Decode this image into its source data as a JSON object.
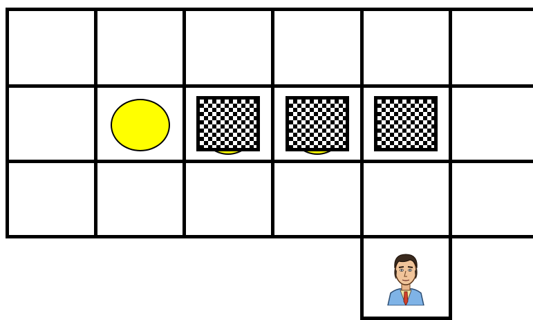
{
  "colors": {
    "grid_line": "#000000",
    "floor": "#ffffff",
    "coin_fill": "#ffff00",
    "coin_outline": "#000000",
    "grate_dark": "#000000",
    "grate_light": "#ffffff"
  },
  "board": {
    "rows": 4,
    "columns": 6,
    "floor_cells": [
      [
        0,
        0
      ],
      [
        0,
        1
      ],
      [
        0,
        2
      ],
      [
        0,
        3
      ],
      [
        0,
        4
      ],
      [
        0,
        5
      ],
      [
        1,
        0
      ],
      [
        1,
        1
      ],
      [
        1,
        2
      ],
      [
        1,
        3
      ],
      [
        1,
        4
      ],
      [
        1,
        5
      ],
      [
        2,
        0
      ],
      [
        2,
        1
      ],
      [
        2,
        2
      ],
      [
        2,
        3
      ],
      [
        2,
        4
      ],
      [
        2,
        5
      ],
      [
        3,
        4
      ]
    ],
    "pieces": [
      {
        "type": "coin",
        "row": 1,
        "col": 1,
        "icon": "yellow-coin-icon"
      },
      {
        "type": "coin-under-grate",
        "row": 1,
        "col": 2,
        "icon": "yellow-coin-icon"
      },
      {
        "type": "grate",
        "row": 1,
        "col": 2,
        "icon": "checkered-grate-icon"
      },
      {
        "type": "coin-under-grate",
        "row": 1,
        "col": 3,
        "icon": "yellow-coin-icon"
      },
      {
        "type": "grate",
        "row": 1,
        "col": 3,
        "icon": "checkered-grate-icon"
      },
      {
        "type": "grate",
        "row": 1,
        "col": 4,
        "icon": "checkered-grate-icon"
      },
      {
        "type": "player",
        "row": 3,
        "col": 4,
        "icon": "man-portrait-icon"
      }
    ]
  }
}
